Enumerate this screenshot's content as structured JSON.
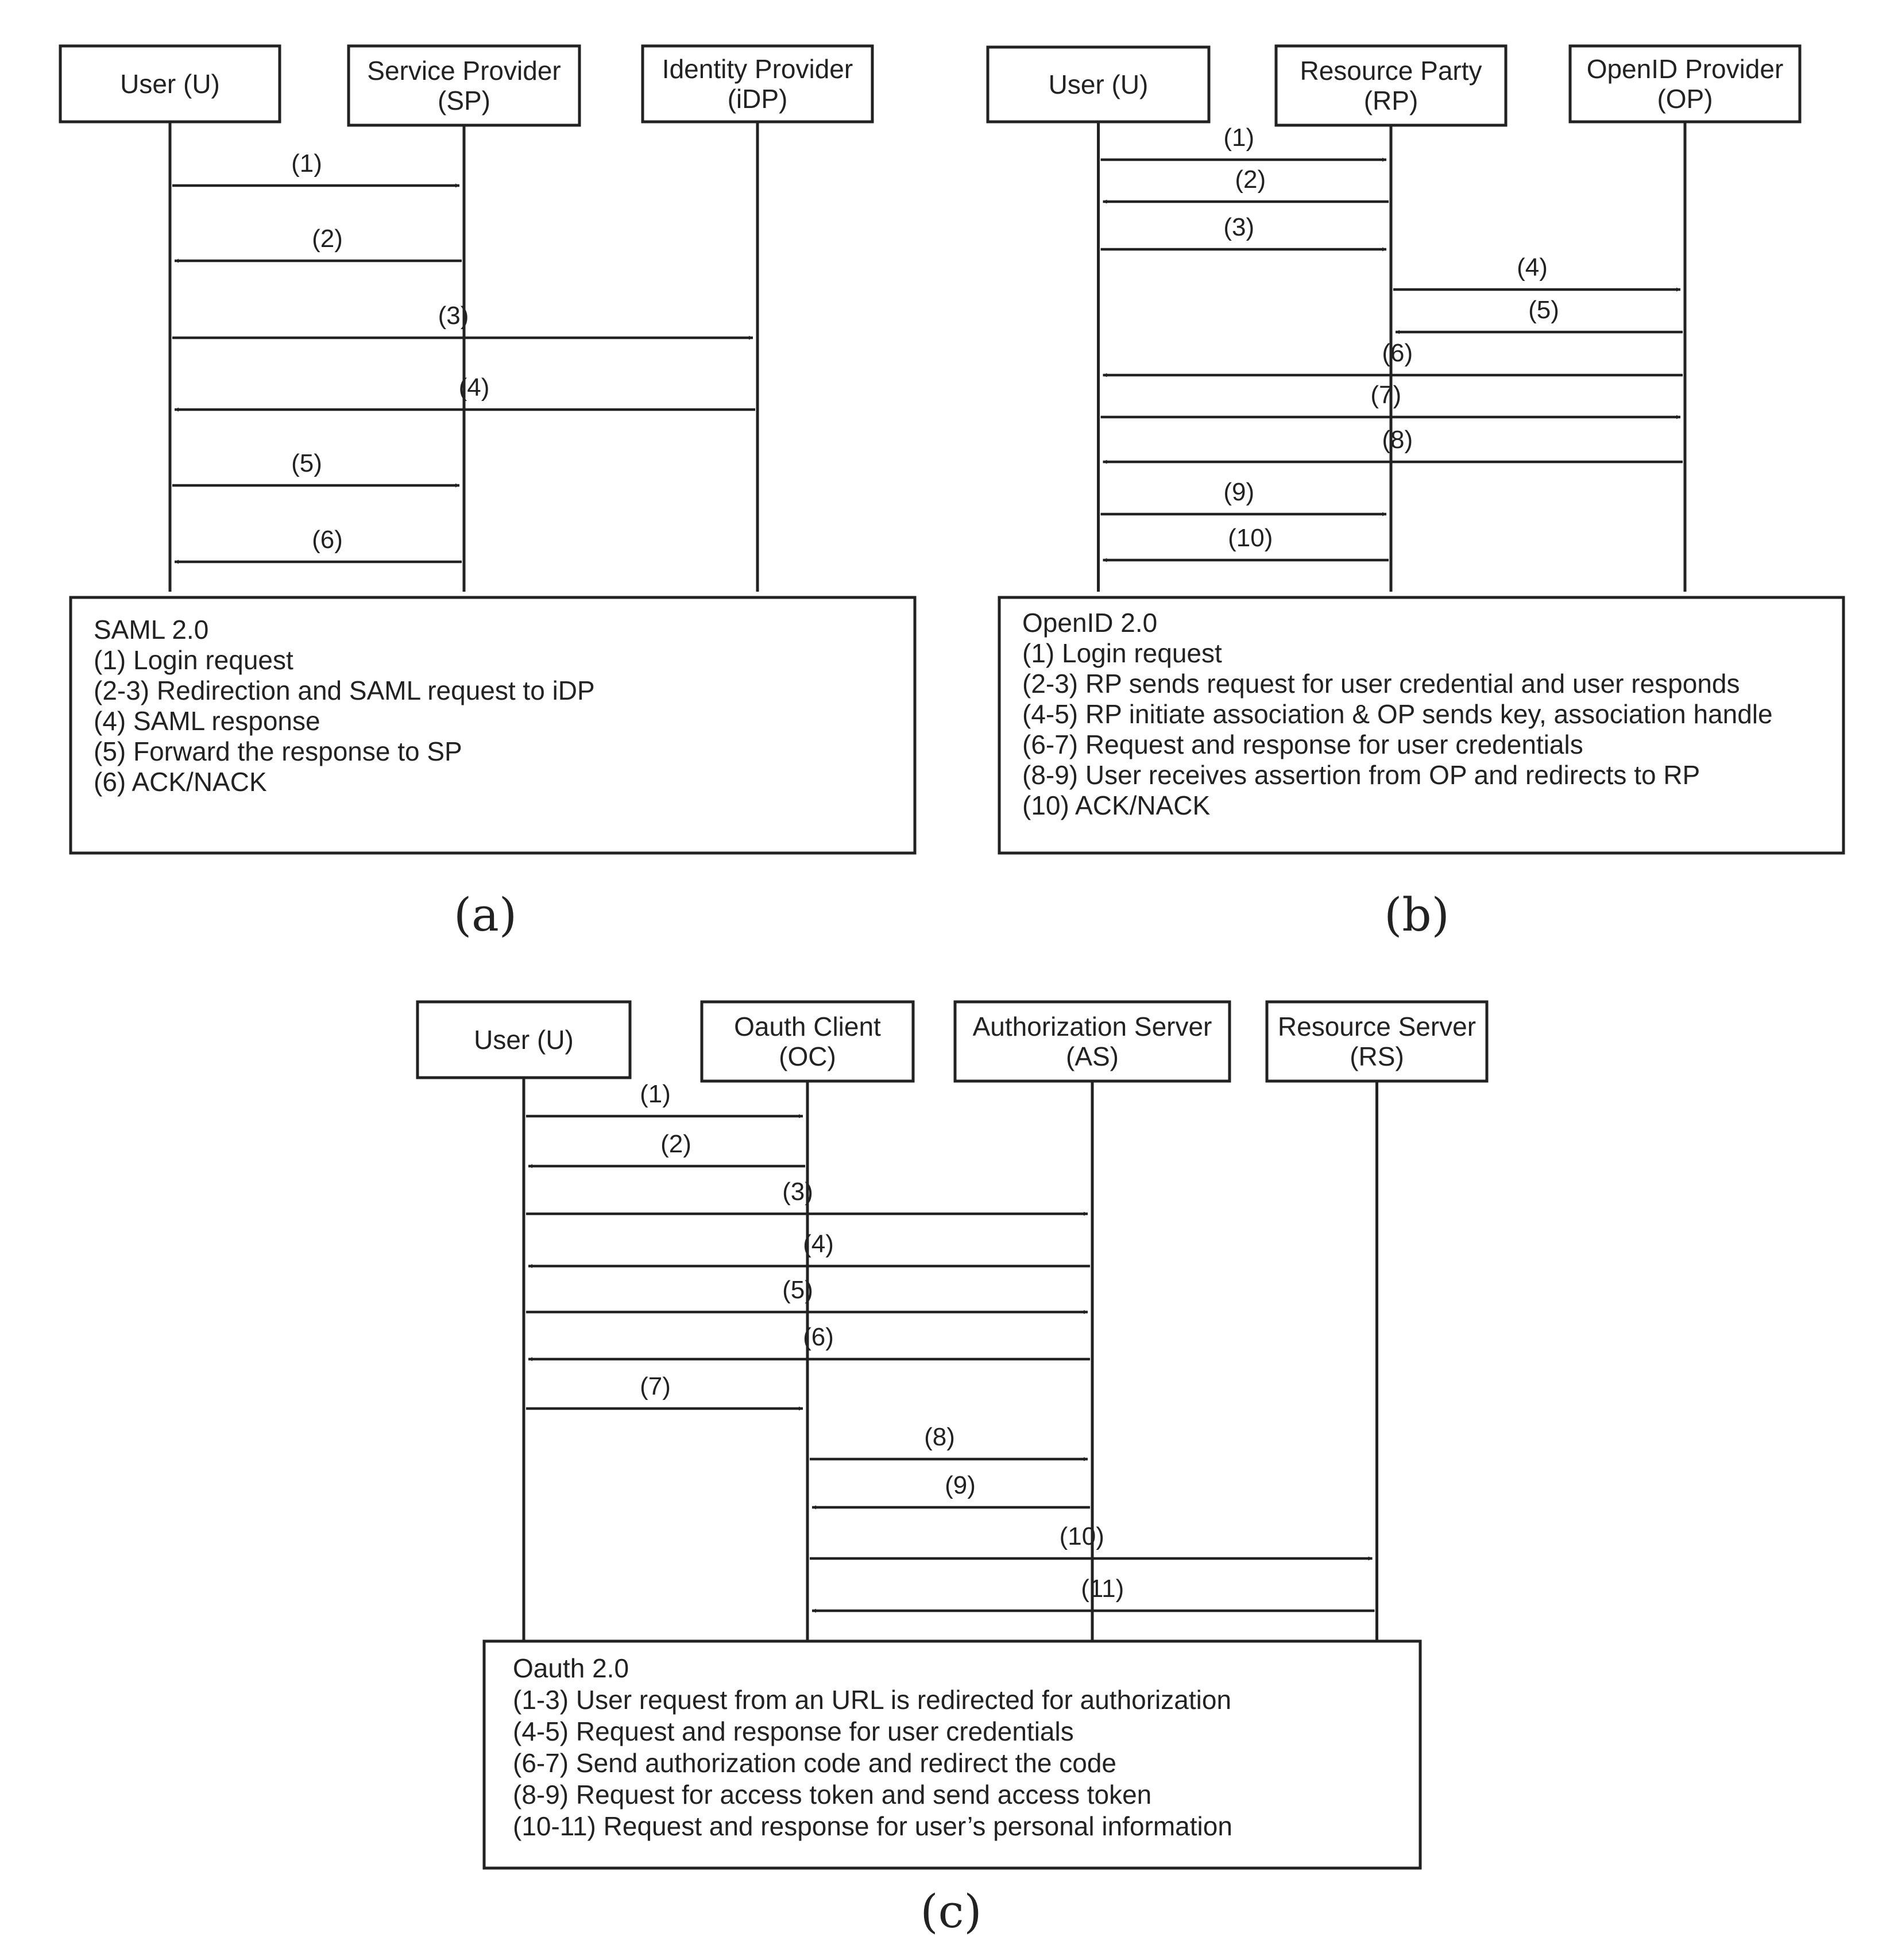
{
  "panels": [
    {
      "id": "a",
      "caption": "(a)",
      "participants": [
        {
          "lines": [
            "User (U)"
          ]
        },
        {
          "lines": [
            "Service Provider",
            "(SP)"
          ]
        },
        {
          "lines": [
            "Identity Provider",
            "(iDP)"
          ]
        }
      ],
      "messages": [
        {
          "label": "(1)",
          "from": 0,
          "to": 1
        },
        {
          "label": "(2)",
          "from": 1,
          "to": 0
        },
        {
          "label": "(3)",
          "from": 0,
          "to": 2
        },
        {
          "label": "(4)",
          "from": 2,
          "to": 0
        },
        {
          "label": "(5)",
          "from": 0,
          "to": 1
        },
        {
          "label": "(6)",
          "from": 1,
          "to": 0
        }
      ],
      "note": {
        "title": "SAML 2.0",
        "lines": [
          "(1) Login request",
          "(2-3) Redirection and SAML request to iDP",
          "(4) SAML response",
          "(5) Forward the response to SP",
          "(6) ACK/NACK"
        ]
      }
    },
    {
      "id": "b",
      "caption": "(b)",
      "participants": [
        {
          "lines": [
            "User (U)"
          ]
        },
        {
          "lines": [
            "Resource Party",
            "(RP)"
          ]
        },
        {
          "lines": [
            "OpenID Provider",
            "(OP)"
          ]
        }
      ],
      "messages": [
        {
          "label": "(1)",
          "from": 0,
          "to": 1
        },
        {
          "label": "(2)",
          "from": 1,
          "to": 0
        },
        {
          "label": "(3)",
          "from": 0,
          "to": 1
        },
        {
          "label": "(4)",
          "from": 1,
          "to": 2
        },
        {
          "label": "(5)",
          "from": 2,
          "to": 1
        },
        {
          "label": "(6)",
          "from": 2,
          "to": 0
        },
        {
          "label": "(7)",
          "from": 0,
          "to": 2
        },
        {
          "label": "(8)",
          "from": 2,
          "to": 0
        },
        {
          "label": "(9)",
          "from": 0,
          "to": 1
        },
        {
          "label": "(10)",
          "from": 1,
          "to": 0
        }
      ],
      "note": {
        "title": "OpenID 2.0",
        "lines": [
          "(1) Login request",
          "(2-3) RP sends request for user credential and user responds",
          "(4-5) RP initiate association & OP sends key, association handle",
          "(6-7) Request and response for user credentials",
          "(8-9) User receives assertion from OP and redirects to RP",
          "(10) ACK/NACK"
        ]
      }
    },
    {
      "id": "c",
      "caption": "(c)",
      "participants": [
        {
          "lines": [
            "User (U)"
          ]
        },
        {
          "lines": [
            "Oauth Client",
            "(OC)"
          ]
        },
        {
          "lines": [
            "Authorization Server",
            "(AS)"
          ]
        },
        {
          "lines": [
            "Resource Server",
            "(RS)"
          ]
        }
      ],
      "messages": [
        {
          "label": "(1)",
          "from": 0,
          "to": 1
        },
        {
          "label": "(2)",
          "from": 1,
          "to": 0
        },
        {
          "label": "(3)",
          "from": 0,
          "to": 2
        },
        {
          "label": "(4)",
          "from": 2,
          "to": 0
        },
        {
          "label": "(5)",
          "from": 0,
          "to": 2
        },
        {
          "label": "(6)",
          "from": 2,
          "to": 0
        },
        {
          "label": "(7)",
          "from": 0,
          "to": 1
        },
        {
          "label": "(8)",
          "from": 1,
          "to": 2
        },
        {
          "label": "(9)",
          "from": 2,
          "to": 1
        },
        {
          "label": "(10)",
          "from": 1,
          "to": 3
        },
        {
          "label": "(11)",
          "from": 3,
          "to": 1
        }
      ],
      "note": {
        "title": "Oauth 2.0",
        "lines": [
          "(1-3) User request from an URL is redirected for authorization",
          "(4-5) Request and response for user credentials",
          "(6-7) Send authorization code and redirect the code",
          "(8-9) Request for access token and send access token",
          "(10-11) Request and response for user’s personal information"
        ]
      }
    }
  ]
}
